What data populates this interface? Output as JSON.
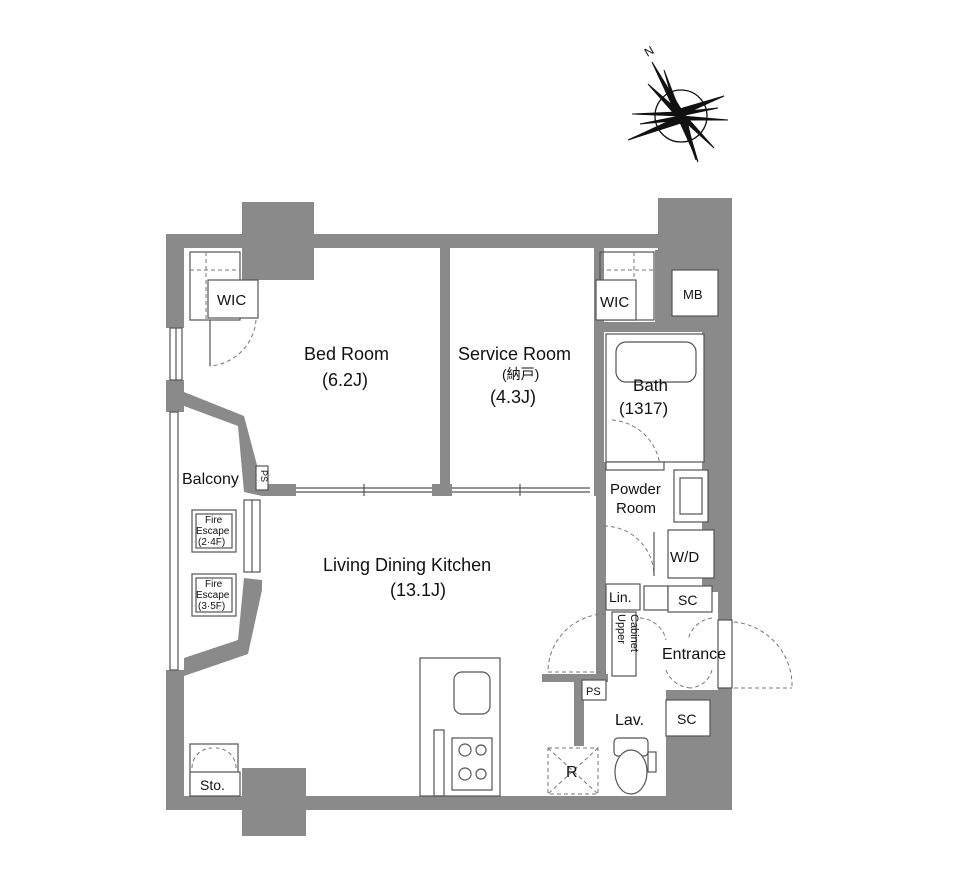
{
  "compass": {
    "north_label": "N"
  },
  "rooms": {
    "bedroom": {
      "name": "Bed Room",
      "size": "(6.2J)"
    },
    "service_room": {
      "name": "Service Room",
      "sub": "(納戸)",
      "size": "(4.3J)"
    },
    "bath": {
      "name": "Bath",
      "size": "(1317)"
    },
    "powder_room": {
      "line1": "Powder",
      "line2": "Room"
    },
    "ldk": {
      "name": "Living Dining Kitchen",
      "size": "(13.1J)"
    },
    "balcony": {
      "name": "Balcony"
    },
    "entrance": {
      "name": "Entrance"
    },
    "lavatory": {
      "name": "Lav."
    }
  },
  "labels": {
    "wic_left": "WIC",
    "wic_right": "WIC",
    "mb": "MB",
    "wd": "W/D",
    "lin": "Lin.",
    "sc_top": "SC",
    "sc_bottom": "SC",
    "ps_bedroom": "PS",
    "ps_entrance": "PS",
    "upper_cabinet_1": "Upper",
    "upper_cabinet_2": "Cabinet",
    "fridge": "R",
    "storage": "Sto."
  },
  "fire_escapes": [
    {
      "line1": "Fire",
      "line2": "Escape",
      "floors": "(2·4F)"
    },
    {
      "line1": "Fire",
      "line2": "Escape",
      "floors": "(3·5F)"
    }
  ]
}
